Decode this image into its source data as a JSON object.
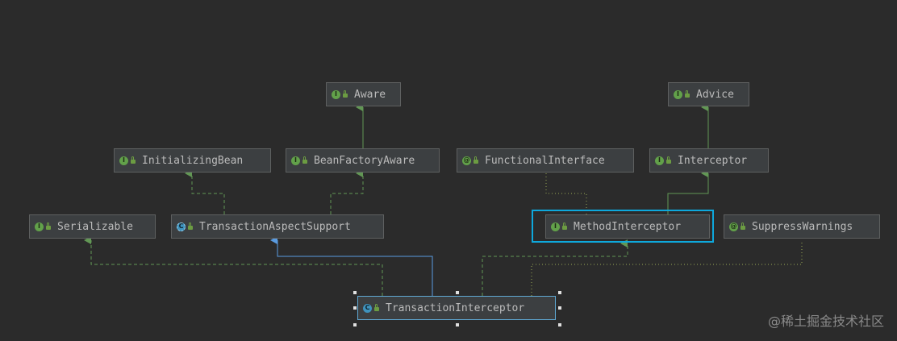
{
  "colors": {
    "background": "#2b2b2b",
    "node_fill": "#3c3f41",
    "interface_edge": "#629755",
    "class_edge": "#5a9be0",
    "annotation_edge": "#9aaa55",
    "selection": "#0ea8dc"
  },
  "nodes": {
    "aware": {
      "label": "Aware",
      "kind": "I",
      "kind_type": "interface",
      "icon": "interface-icon"
    },
    "advice": {
      "label": "Advice",
      "kind": "I",
      "kind_type": "interface",
      "icon": "interface-icon"
    },
    "initializing_bean": {
      "label": "InitializingBean",
      "kind": "I",
      "kind_type": "interface",
      "icon": "interface-icon"
    },
    "bean_factory_aware": {
      "label": "BeanFactoryAware",
      "kind": "I",
      "kind_type": "interface",
      "icon": "interface-icon"
    },
    "functional_interface": {
      "label": "FunctionalInterface",
      "kind": "@",
      "kind_type": "annotation",
      "icon": "annotation-icon"
    },
    "interceptor": {
      "label": "Interceptor",
      "kind": "I",
      "kind_type": "interface",
      "icon": "interface-icon"
    },
    "serializable": {
      "label": "Serializable",
      "kind": "I",
      "kind_type": "interface",
      "icon": "interface-icon"
    },
    "transaction_aspect_support": {
      "label": "TransactionAspectSupport",
      "kind": "C",
      "kind_type": "abstract",
      "icon": "abstract-class-icon"
    },
    "method_interceptor": {
      "label": "MethodInterceptor",
      "kind": "I",
      "kind_type": "interface",
      "icon": "interface-icon"
    },
    "suppress_warnings": {
      "label": "SuppressWarnings",
      "kind": "@",
      "kind_type": "annotation",
      "icon": "annotation-icon"
    },
    "transaction_interceptor": {
      "label": "TransactionInterceptor",
      "kind": "C",
      "kind_type": "class",
      "icon": "class-icon"
    }
  },
  "edges": [
    {
      "from": "bean_factory_aware",
      "to": "aware",
      "type": "extends"
    },
    {
      "from": "interceptor",
      "to": "advice",
      "type": "extends"
    },
    {
      "from": "transaction_aspect_support",
      "to": "initializing_bean",
      "type": "implements"
    },
    {
      "from": "transaction_aspect_support",
      "to": "bean_factory_aware",
      "type": "implements"
    },
    {
      "from": "method_interceptor",
      "to": "functional_interface",
      "type": "annotated"
    },
    {
      "from": "method_interceptor",
      "to": "interceptor",
      "type": "extends"
    },
    {
      "from": "transaction_interceptor",
      "to": "serializable",
      "type": "implements"
    },
    {
      "from": "transaction_interceptor",
      "to": "transaction_aspect_support",
      "type": "extends"
    },
    {
      "from": "transaction_interceptor",
      "to": "method_interceptor",
      "type": "implements"
    },
    {
      "from": "transaction_interceptor",
      "to": "suppress_warnings",
      "type": "annotated"
    }
  ],
  "watermark": "@稀土掘金技术社区"
}
